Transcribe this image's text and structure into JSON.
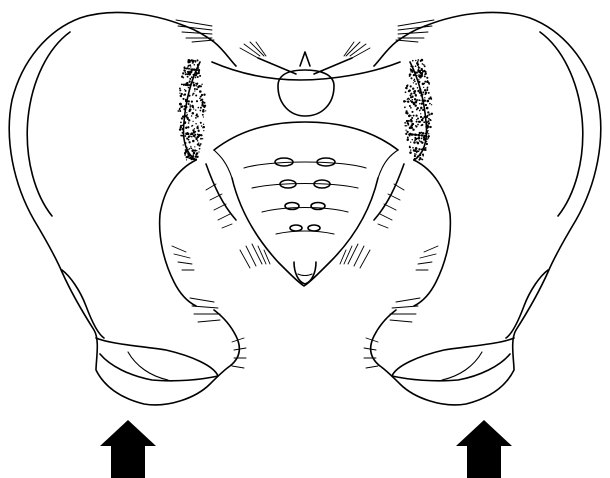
{
  "figure": {
    "subject": "pelvis-anterior-view",
    "background": "#ffffff",
    "ink_color": "#000000",
    "arrows": {
      "count": 2,
      "direction": "up"
    }
  }
}
